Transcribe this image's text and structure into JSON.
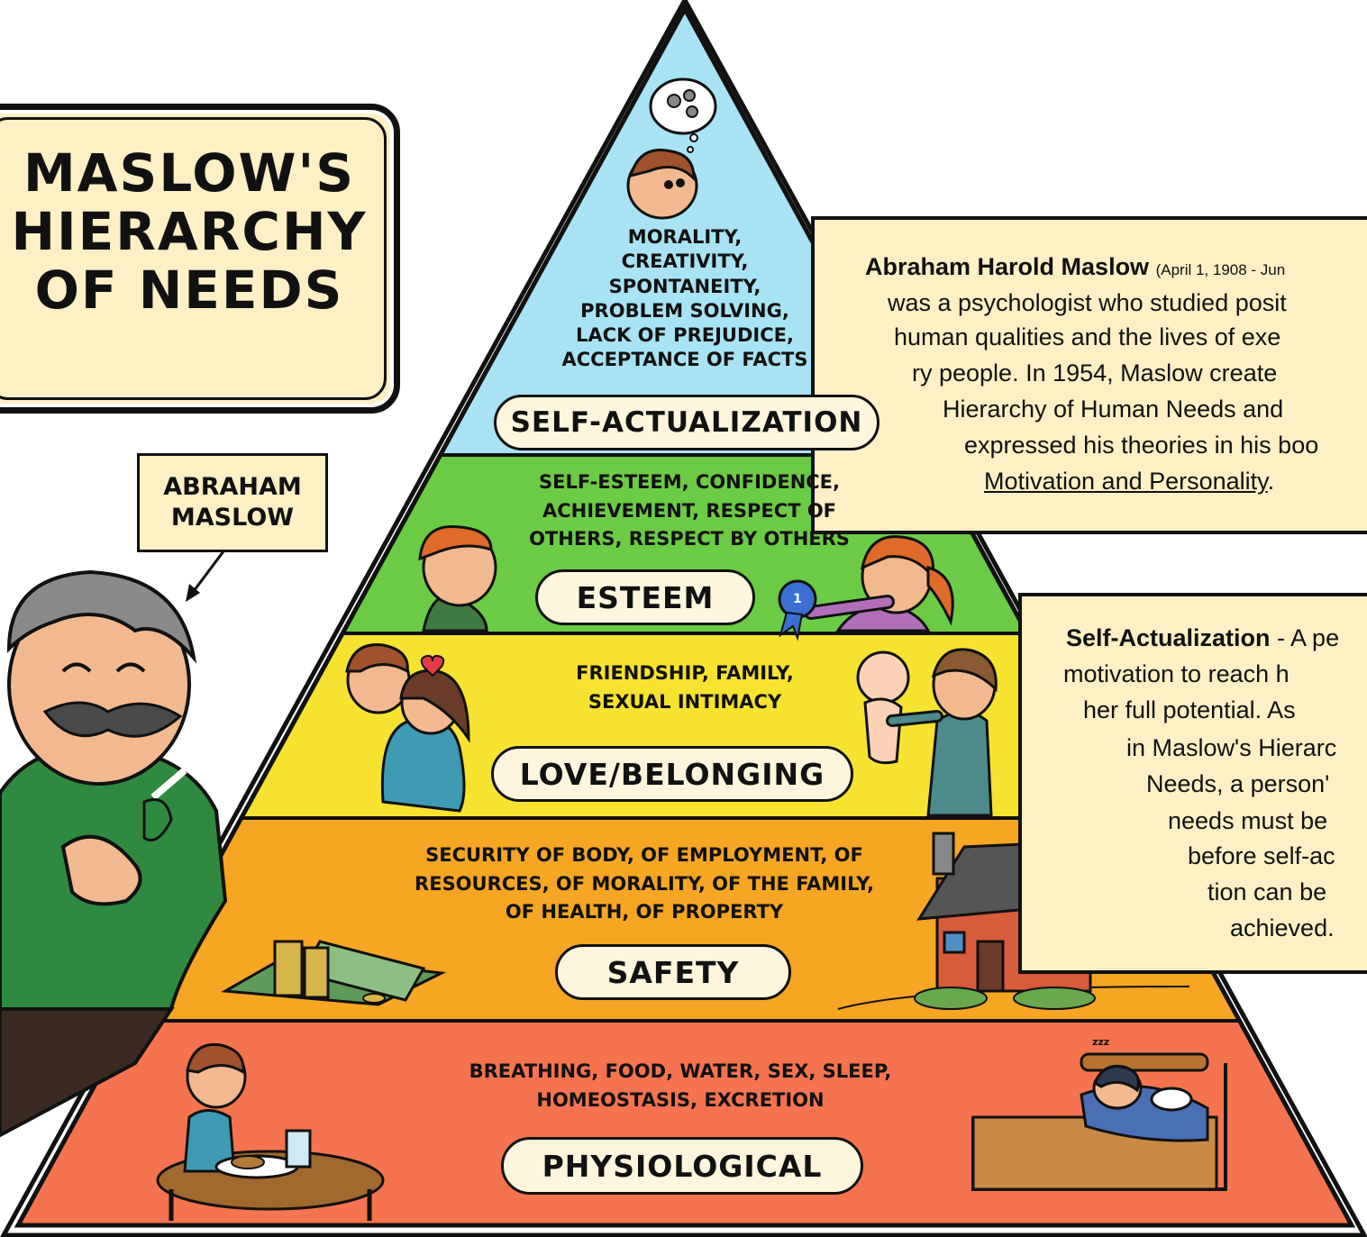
{
  "title": {
    "line1": "MASLOW'S",
    "line2": "HIERARCHY",
    "line3": "OF NEEDS"
  },
  "name_tag": {
    "line1": "ABRAHAM",
    "line2": "MASLOW"
  },
  "tiers": [
    {
      "label": "SELF-ACTUALIZATION",
      "items": [
        "MORALITY,",
        "CREATIVITY,",
        "SPONTANEITY,",
        "PROBLEM SOLVING,",
        "LACK OF PREJUDICE,",
        "ACCEPTANCE OF FACTS"
      ],
      "color": "#a7e3f4"
    },
    {
      "label": "ESTEEM",
      "items": [
        "SELF-ESTEEM, CONFIDENCE,",
        "ACHIEVEMENT, RESPECT OF",
        "OTHERS, RESPECT BY OTHERS"
      ],
      "color": "#6ccb45"
    },
    {
      "label": "LOVE/BELONGING",
      "items": [
        "FRIENDSHIP, FAMILY,",
        "SEXUAL INTIMACY"
      ],
      "color": "#f7e230"
    },
    {
      "label": "SAFETY",
      "items": [
        "SECURITY OF BODY, OF EMPLOYMENT, OF",
        "RESOURCES, OF MORALITY, OF THE FAMILY,",
        "OF HEALTH, OF PROPERTY"
      ],
      "color": "#f6a623"
    },
    {
      "label": "PHYSIOLOGICAL",
      "items": [
        "BREATHING, FOOD, WATER, SEX, SLEEP,",
        "HOMEOSTASIS, EXCRETION"
      ],
      "color": "#f5744f"
    }
  ],
  "info_biography": {
    "name": "Abraham Harold Maslow",
    "dates": "(April 1, 1908 - Jun",
    "lines": [
      "was a psychologist who studied posit",
      "human qualities and the lives of exe",
      "ry people. In 1954, Maslow create",
      "Hierarchy of Human Needs and",
      "expressed his theories in his boo"
    ],
    "book": "Motivation and Personality",
    "book_end": "."
  },
  "info_definition": {
    "term": "Self-Actualization",
    "term_rest": " - A pe",
    "lines": [
      "motivation to reach h",
      "her full potential. As",
      "in Maslow's Hierarc",
      "Needs, a person'",
      "needs must be",
      "before self-ac",
      "tion can be",
      "achieved."
    ]
  },
  "sleep_text": "zzz",
  "ribbon_text": "1",
  "colors": {
    "outline": "#111111",
    "panel": "#fdf0c4",
    "pill": "#fdf6dd"
  }
}
